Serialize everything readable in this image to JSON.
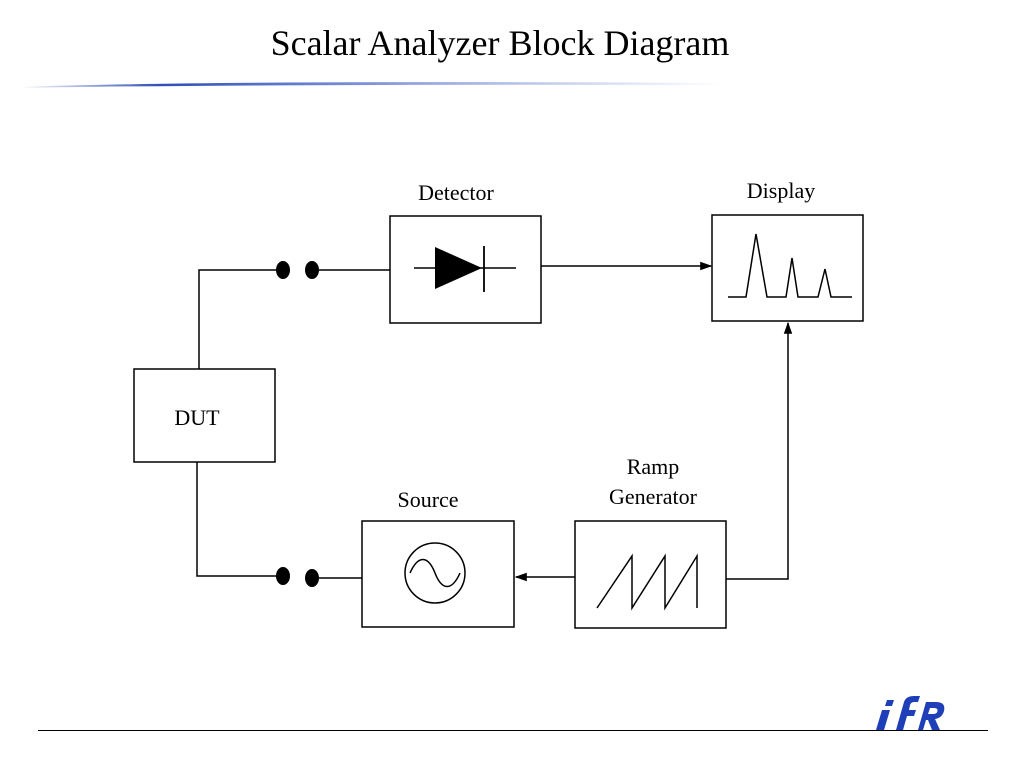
{
  "slide": {
    "title": "Scalar Analyzer Block Diagram"
  },
  "blocks": {
    "detector": {
      "label": "Detector",
      "icon": "diode-icon"
    },
    "display": {
      "label": "Display",
      "icon": "display-trace-icon"
    },
    "dut": {
      "label": "DUT"
    },
    "source": {
      "label": "Source",
      "icon": "sine-wave-icon"
    },
    "ramp_generator": {
      "label_line1": "Ramp",
      "label_line2": "Generator",
      "icon": "sawtooth-icon"
    }
  },
  "logo": {
    "text": "ifR",
    "color": "#1f3fb8"
  },
  "colors": {
    "line": "#000000",
    "title_rule_start": "#ffffff",
    "title_rule_mid": "#2f4fb8",
    "title_rule_end": "#ffffff"
  }
}
